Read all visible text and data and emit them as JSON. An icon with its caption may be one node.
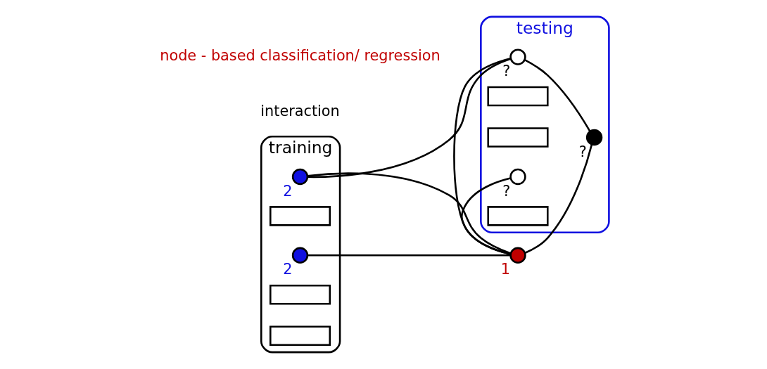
{
  "diagram": {
    "nodes": [
      {
        "text": [
          "training"
        ]
      },
      {
        "text": [
          "testing"
        ]
      },
      {
        "text": [],
        "shape": "circle",
        "in": 0,
        "beside": [
          "2"
        ]
      },
      {
        "text": [],
        "shape": "circle",
        "in": 1,
        "beside": [
          "?"
        ]
      },
      {
        "text": [],
        "shape": "box",
        "in": 1
      },
      {
        "text": [],
        "shape": "box",
        "in": 0
      },
      {
        "text": [],
        "shape": "circle",
        "in": 1,
        "beside": [
          "?"
        ]
      },
      {
        "text": [],
        "shape": "box",
        "in": 1
      },
      {
        "text": [],
        "shape": "circle",
        "beside": [
          "1"
        ]
      },
      {
        "text": [],
        "shape": "circle",
        "in": 0,
        "beside": [
          "2"
        ]
      },
      {
        "text": [],
        "shape": "box",
        "in": 0
      },
      {
        "text": [],
        "shape": "box",
        "in": 0
      },
      {
        "text": [],
        "shape": "circle",
        "in": 1,
        "beside": [
          "?"
        ]
      },
      {
        "text": [],
        "shape": "box",
        "in": 1
      }
    ],
    "edges": [
      {
        "from": 2,
        "to": 3,
        "arrow": "none"
      },
      {
        "from": 2,
        "to": 8,
        "arrow": "none"
      },
      {
        "from": 9,
        "to": 8,
        "arrow": "none"
      },
      {
        "from": 3,
        "to": 8,
        "arrow": "none"
      },
      {
        "from": 3,
        "to": 6,
        "arrow": "none"
      },
      {
        "from": 8,
        "to": 6,
        "arrow": "none"
      },
      {
        "from": 8,
        "to": 12,
        "arrow": "none"
      }
    ],
    "labels": [
      "interaction",
      "node - based classification/ regression"
    ]
  }
}
